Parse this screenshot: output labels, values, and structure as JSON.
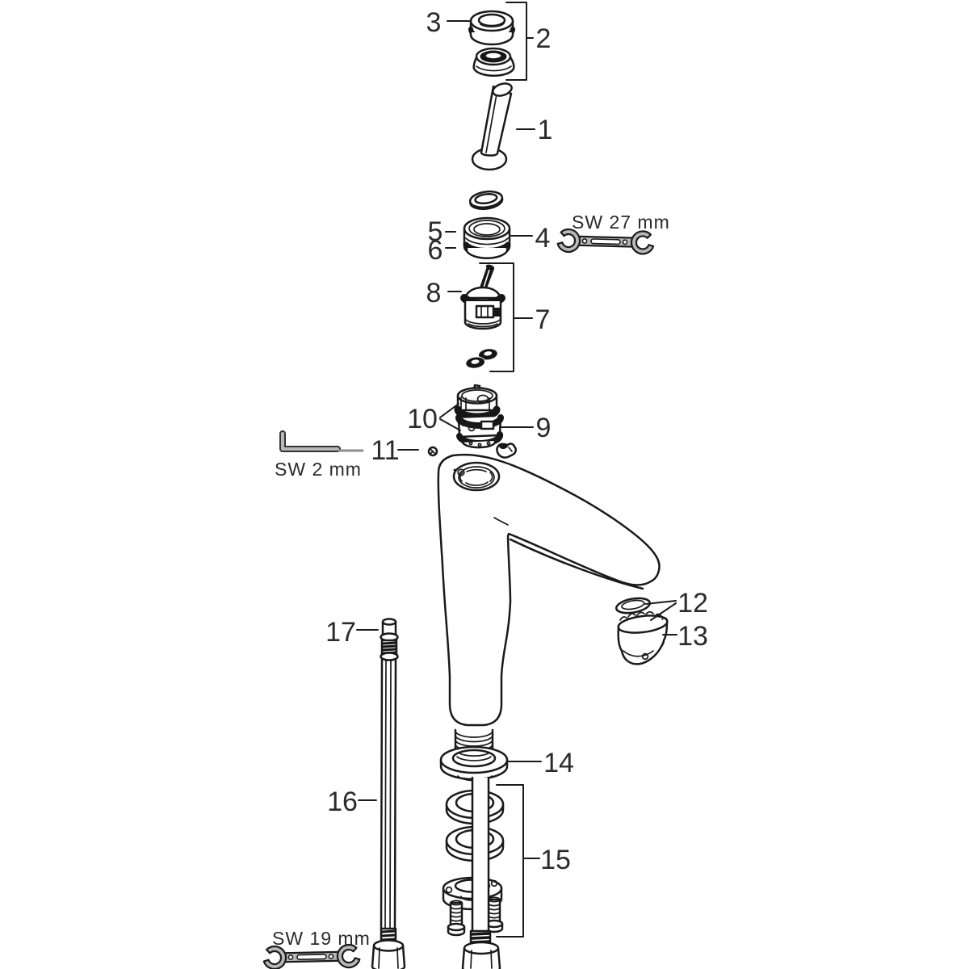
{
  "diagram": {
    "kind": "exploded-parts-diagram",
    "background": "#ffffff",
    "line_color": "#1a1a1a",
    "tool_fill": "#b8b8b8",
    "label_color": "#2b2b2b",
    "parts": [
      {
        "label": "1"
      },
      {
        "label": "2"
      },
      {
        "label": "3"
      },
      {
        "label": "4"
      },
      {
        "label": "5"
      },
      {
        "label": "6"
      },
      {
        "label": "7"
      },
      {
        "label": "8"
      },
      {
        "label": "9"
      },
      {
        "label": "10"
      },
      {
        "label": "11"
      },
      {
        "label": "12"
      },
      {
        "label": "13"
      },
      {
        "label": "14"
      },
      {
        "label": "15"
      },
      {
        "label": "16"
      },
      {
        "label": "17"
      }
    ],
    "tools": [
      {
        "label": "SW 27 mm"
      },
      {
        "label": "SW 2 mm"
      },
      {
        "label": "SW 19 mm"
      }
    ]
  }
}
